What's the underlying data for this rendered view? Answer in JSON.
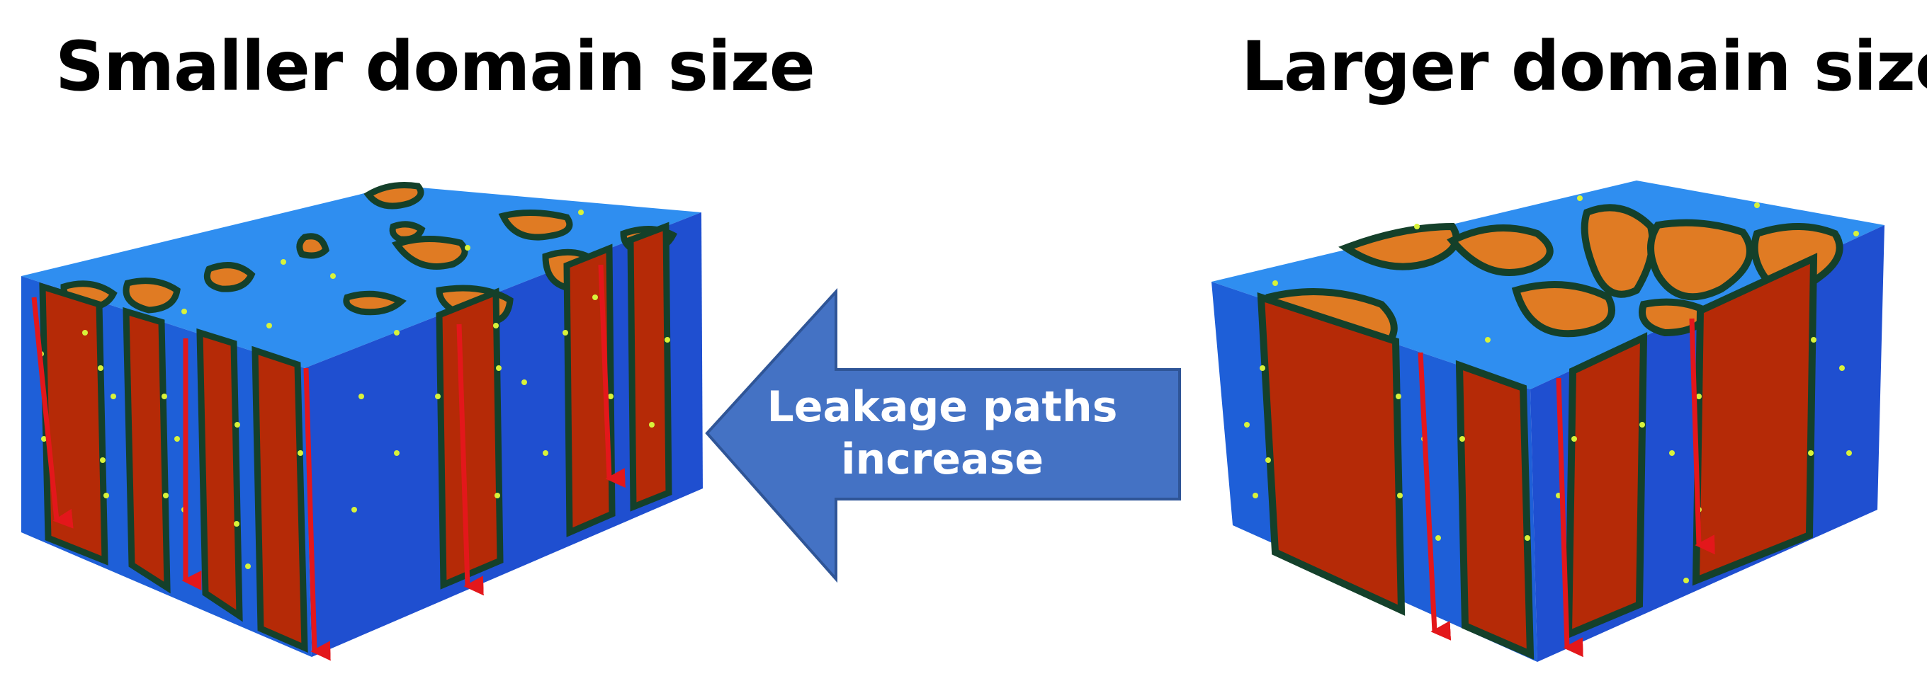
{
  "titles": {
    "left": "Smaller domain size",
    "right": "Larger domain size"
  },
  "arrow": {
    "line1": "Leakage paths",
    "line2": "increase"
  },
  "colors": {
    "matrix_top": "#2f8ef0",
    "matrix_front": "#1e5fd8",
    "matrix_side": "#1f4fd0",
    "domain_fill": "#e07b23",
    "domain_side": "#b52a07",
    "domain_border": "#14402a",
    "dots": "#d8f23a",
    "leakage_arrow": "#e3171b",
    "big_arrow": "#4472c4"
  }
}
